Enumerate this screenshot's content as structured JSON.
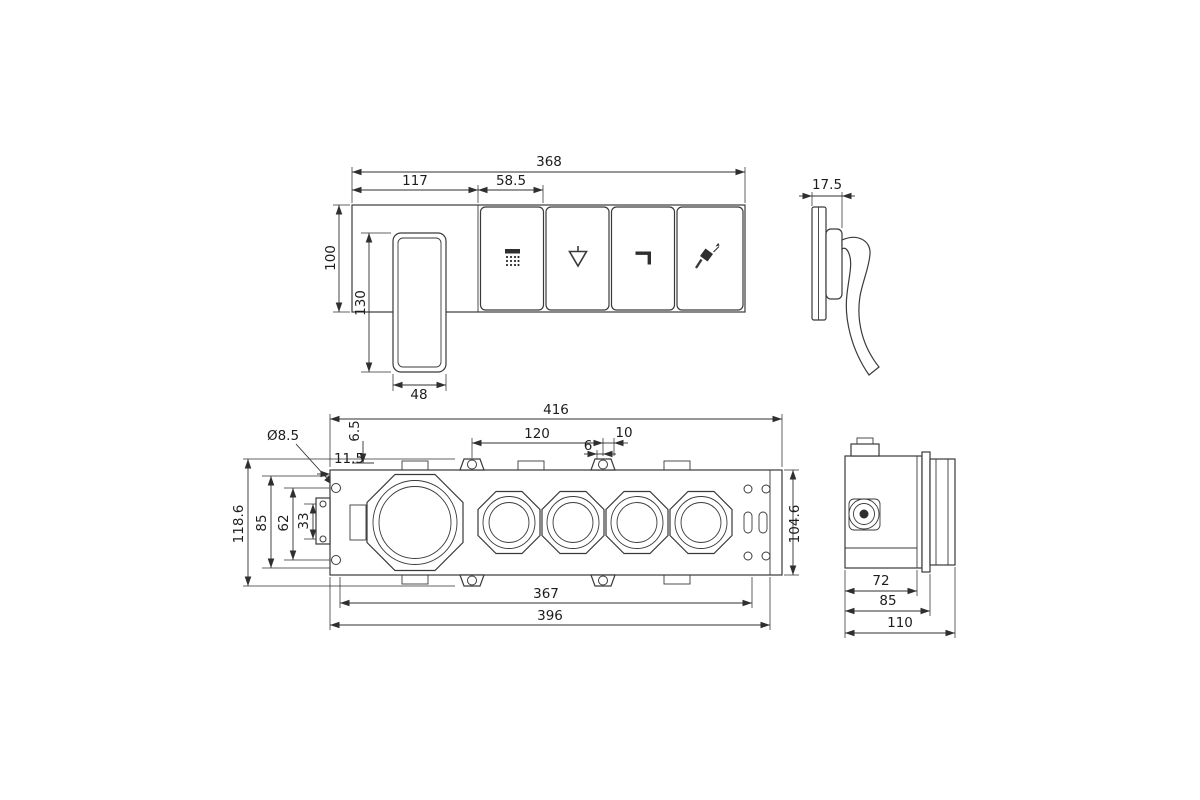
{
  "drawing": {
    "front_view": {
      "total_width": "368",
      "left_width": "117",
      "button_width": "58.5",
      "panel_height": "100",
      "handle_length": "130",
      "handle_width": "48"
    },
    "side_view": {
      "depth": "17.5"
    },
    "rough_in_view": {
      "total_width": "416",
      "ear_spacing": "120",
      "tab_offset_10": "10",
      "tab_offset_6": "6",
      "offset_6_5": "6.5",
      "offset_11_5": "11.5",
      "hole_diameter": "Ø8.5",
      "total_height": "118.6",
      "height_85": "85",
      "hole_spacing_62": "62",
      "tab_hole_spacing_33": "33",
      "right_height": "104.6",
      "hole_span_367": "367",
      "width_396": "396"
    },
    "box_view": {
      "body_width": "72",
      "flange_width": "85",
      "total_depth": "110"
    }
  }
}
